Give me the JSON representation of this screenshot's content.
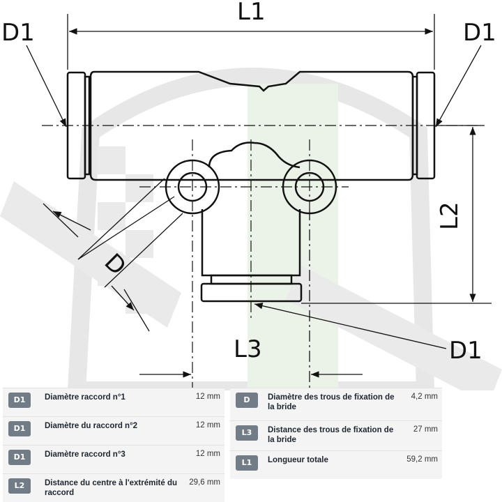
{
  "diagram": {
    "labels": {
      "L1": "L1",
      "L2": "L2",
      "L3": "L3",
      "D": "D",
      "D1_top_left": "D1",
      "D1_top_right": "D1",
      "D1_bottom": "D1"
    }
  },
  "specs": {
    "left": [
      {
        "code": "D1",
        "label": "Diamètre raccord n°1",
        "value": "12 mm"
      },
      {
        "code": "D1",
        "label": "Diamètre du raccord n°2",
        "value": "12 mm"
      },
      {
        "code": "D1",
        "label": "Diamètre raccord n°3",
        "value": "12 mm"
      },
      {
        "code": "L2",
        "label": "Distance du centre à l'extrémité du raccord",
        "value": "29,6 mm"
      }
    ],
    "right": [
      {
        "code": "D",
        "label": "Diamètre des trous de fixation de la bride",
        "value": "4,2 mm"
      },
      {
        "code": "L3",
        "label": "Distance des trous de fixation de la bride",
        "value": "27 mm"
      },
      {
        "code": "L1",
        "label": "Longueur totale",
        "value": "59,2 mm"
      }
    ]
  },
  "colors": {
    "badge": "#727c87",
    "row_background": "#f4f4f4",
    "watermark": "#cfcfcf",
    "watermark_green": "#d6e8d0"
  }
}
